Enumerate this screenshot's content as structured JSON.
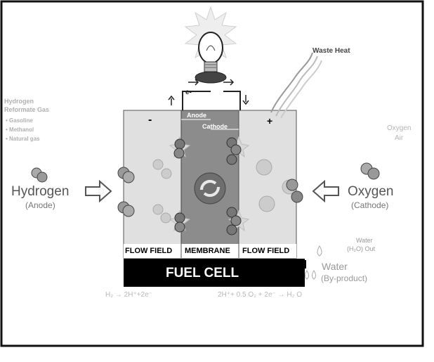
{
  "colors": {
    "border": "#111111",
    "flow_field": "#e0e0e0",
    "membrane": "#8c8c8c",
    "base": "#000000",
    "base_text": "#ffffff",
    "faint_text": "#b0b0b0"
  },
  "labels": {
    "waste_heat": "Waste Heat",
    "electron": "e-",
    "anode_tag": "Anode",
    "cathode_tag": "Cathode",
    "minus": "-",
    "plus": "+",
    "reformate_title": [
      "Hydrogen",
      "Reformate Gas"
    ],
    "reformate_items": [
      "• Gasoline",
      "• Methanol",
      "• Natural gas"
    ],
    "hydrogen": "Hydrogen",
    "hydrogen_sub": "(Anode)",
    "oxygen_air": [
      "Oxygen",
      "Air"
    ],
    "oxygen": "Oxygen",
    "oxygen_sub": "(Cathode)",
    "flow_field_left": "FLOW FIELD",
    "membrane": "MEMBRANE",
    "flow_field_right": "FLOW FIELD",
    "fuel_cell": "FUEL CELL",
    "water_out": [
      "Water",
      "(H₂O) Out"
    ],
    "water": "Water",
    "water_sub": "(By-product)",
    "eq_anode": "H₂ → 2H⁺+2e⁻",
    "eq_cathode": "2H⁺+ 0.5 O₂ + 2e⁻ → H₂ O"
  }
}
